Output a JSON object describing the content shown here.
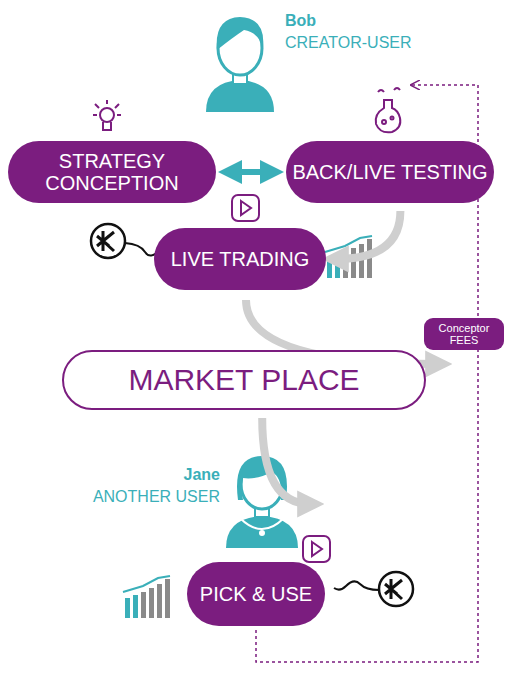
{
  "diagram": {
    "nodes": [
      {
        "text": [
          "Bob",
          "CREATOR-USER"
        ]
      },
      {
        "text": [
          "STRATEGY CONCEPTION"
        ]
      },
      {
        "text": [
          "BACK/LIVE TESTING"
        ]
      },
      {
        "text": [
          "LIVE TRADING"
        ]
      },
      {
        "text": [
          "MARKET PLACE"
        ]
      },
      {
        "text": [
          "Jane",
          "ANOTHER USER"
        ]
      },
      {
        "text": [
          "PICK & USE"
        ]
      }
    ],
    "edges": [
      {
        "from": 1,
        "to": 2,
        "arrow": "both"
      },
      {
        "from": 2,
        "to": 3,
        "arrow": "to"
      },
      {
        "from": 3,
        "to": 4,
        "arrow": "to"
      },
      {
        "from": 4,
        "to": 5,
        "arrow": "to"
      },
      {
        "from": 6,
        "to": 0,
        "label": "Conceptor FEES",
        "arrow": "to"
      }
    ]
  }
}
